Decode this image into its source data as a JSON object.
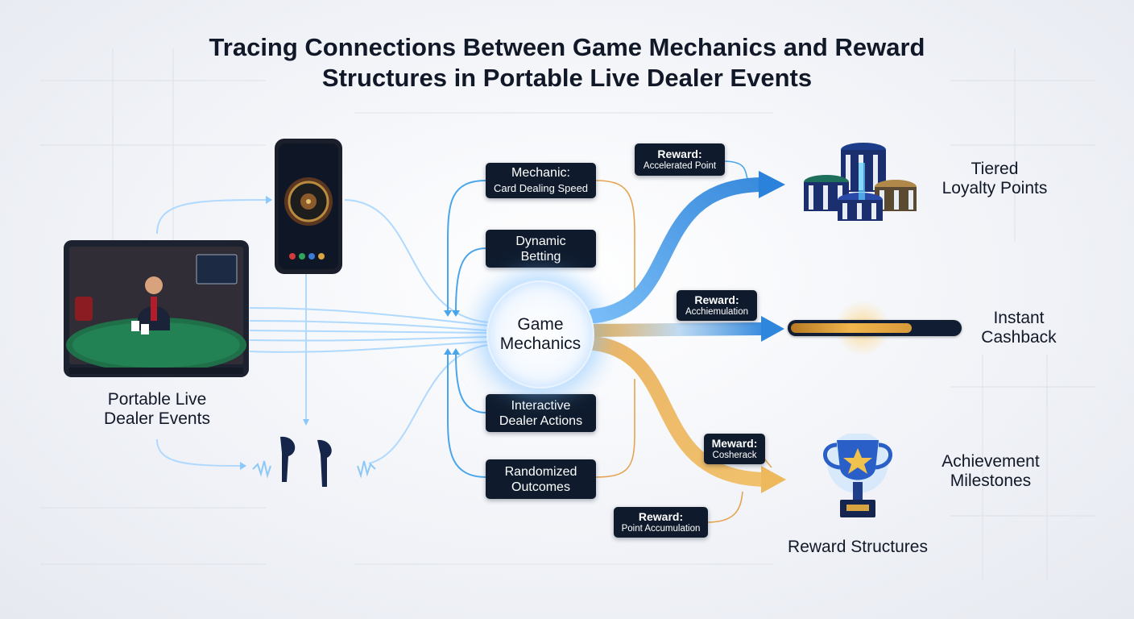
{
  "title": {
    "line1": "Tracing Connections Between Game Mechanics and Reward",
    "line2": "Structures in Portable Live Dealer Events"
  },
  "source": {
    "line1": "Portable Live",
    "line2": "Dealer Events"
  },
  "hub": {
    "line1": "Game",
    "line2": "Mechanics"
  },
  "mechanics": [
    {
      "line1": "Mechanic:",
      "line2": "Card Dealing Speed"
    },
    {
      "line1": "Dynamic",
      "line2": "Betting"
    },
    {
      "line1": "Interactive",
      "line2": "Dealer Actions"
    },
    {
      "line1": "Randomized",
      "line2": "Outcomes"
    }
  ],
  "reward_tags": [
    {
      "line1": "Reward:",
      "line2": "Accelerated Point"
    },
    {
      "line1": "Reward:",
      "line2": "Acchiemulation"
    },
    {
      "line1": "Meward:",
      "line2": "Cosherack"
    },
    {
      "line1": "Reward:",
      "line2": "Point Accumulation"
    }
  ],
  "outcomes": [
    {
      "line1": "Tiered",
      "line2": "Loyalty Points"
    },
    {
      "line1": "Instant",
      "line2": "Cashback"
    },
    {
      "line1": "Achievement",
      "line2": "Milestones"
    }
  ],
  "reward_structures_label": "Reward Structures",
  "cashback_progress": 0.72,
  "colors": {
    "navy": "#0f1b2d",
    "flow_blue": "#3d9be9",
    "flow_gold": "#e7a94a",
    "accent_glow": "#8ccaff"
  },
  "icons": [
    "tablet-icon",
    "smartphone-roulette-icon",
    "earbuds-icon",
    "chip-stack-icon",
    "progress-bar-icon",
    "trophy-icon"
  ]
}
